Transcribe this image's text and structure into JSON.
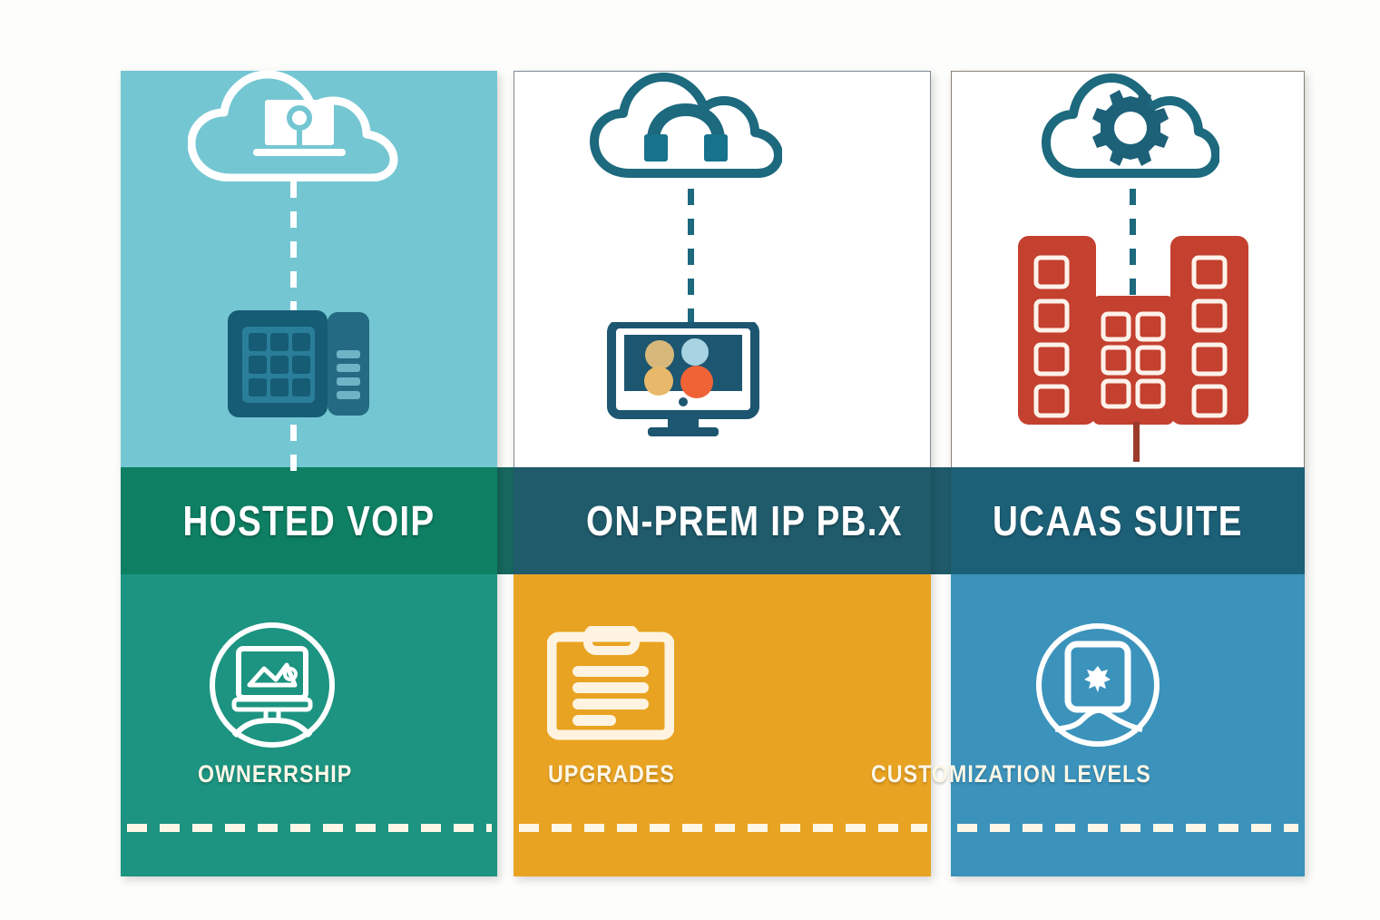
{
  "infographic": {
    "title_bar_color": "#1f5b6b",
    "columns": [
      {
        "id": "hosted-voip",
        "heading": "HOSTED VOIP",
        "section_label": "OWNERRSHIP",
        "top_panel_color": "#74c7d2",
        "band_color": "#0e7f63",
        "bottom_panel_color": "#1c9481",
        "top_icons": [
          "cloud-laptop-icon",
          "desk-phone-icon"
        ],
        "bottom_icon": "ownership-monitor-circle-icon"
      },
      {
        "id": "on-prem-ip-pbx",
        "heading": "ON-PREM IP PB.X",
        "section_label": "UPGRADES",
        "top_panel_color": "#ffffff",
        "band_color": "#1f5b6b",
        "bottom_panel_color": "#e9a322",
        "top_icons": [
          "cloud-headset-icon",
          "desktop-monitor-icon"
        ],
        "bottom_icon": "clipboard-checklist-icon"
      },
      {
        "id": "ucaas-suite",
        "heading": "UCAAS SUITE",
        "section_label": "CUSTOMIZATION  LEVELS",
        "top_panel_color": "#ffffff",
        "band_color": "#1c6077",
        "bottom_panel_color": "#3b93bc",
        "top_icons": [
          "cloud-gear-icon",
          "office-buildings-icon"
        ],
        "bottom_icon": "customization-tablet-circle-icon"
      }
    ]
  }
}
